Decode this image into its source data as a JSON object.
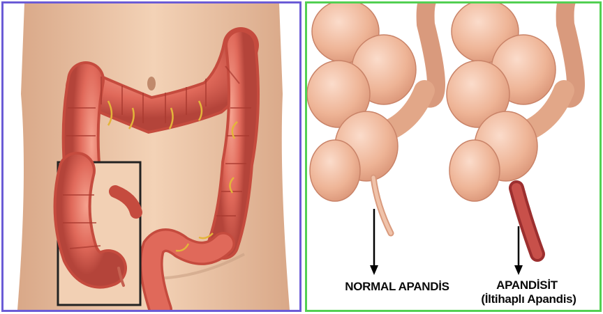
{
  "right_panel": {
    "normal_label": "NORMAL APANDİS",
    "appendicitis_label": "APANDİSİT",
    "appendicitis_sublabel": "(İltihaplı Apandis)"
  },
  "colors": {
    "left_border": "#6b5bd6",
    "right_border": "#52d052",
    "skin": "#f0c7a6",
    "colon": "#e2685a",
    "inflamed_appendix": "#b83a3a",
    "arrow": "#000000"
  },
  "icons": [
    "down-arrow-icon",
    "down-arrow-icon"
  ]
}
